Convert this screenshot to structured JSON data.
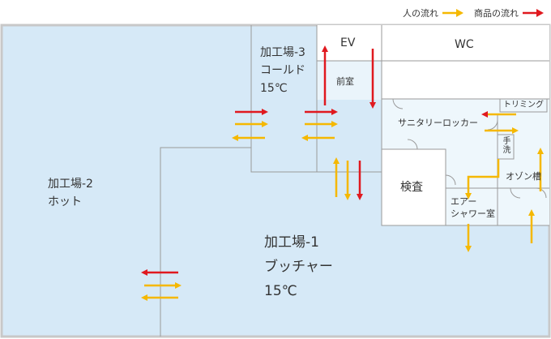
{
  "legend": {
    "people_flow": "人の流れ",
    "goods_flow": "商品の流れ",
    "people_color": "#f5b800",
    "goods_color": "#e0191f"
  },
  "rooms": {
    "processing_1": {
      "line1": "加工場-1",
      "line2": "ブッチャー",
      "line3": "15℃"
    },
    "processing_2": {
      "line1": "加工場-2",
      "line2": "ホット"
    },
    "processing_3": {
      "line1": "加工場-3",
      "line2": "コールド",
      "line3": "15℃"
    },
    "ev": "EV",
    "wc": "WC",
    "anteroom": "前室",
    "sanitary_locker": "サニタリーロッカー",
    "trimming": "トリミング",
    "handwash": "手洗",
    "ozone_tank": "オゾン槽",
    "inspection": "検査",
    "air_shower": {
      "line1": "エアー",
      "line2": "シャワー室"
    }
  },
  "colors": {
    "floor": "#d6e9f7",
    "pale_room": "#eef7fc",
    "wall": "#9a9a9a",
    "outer_wall": "#c8c8c8"
  }
}
